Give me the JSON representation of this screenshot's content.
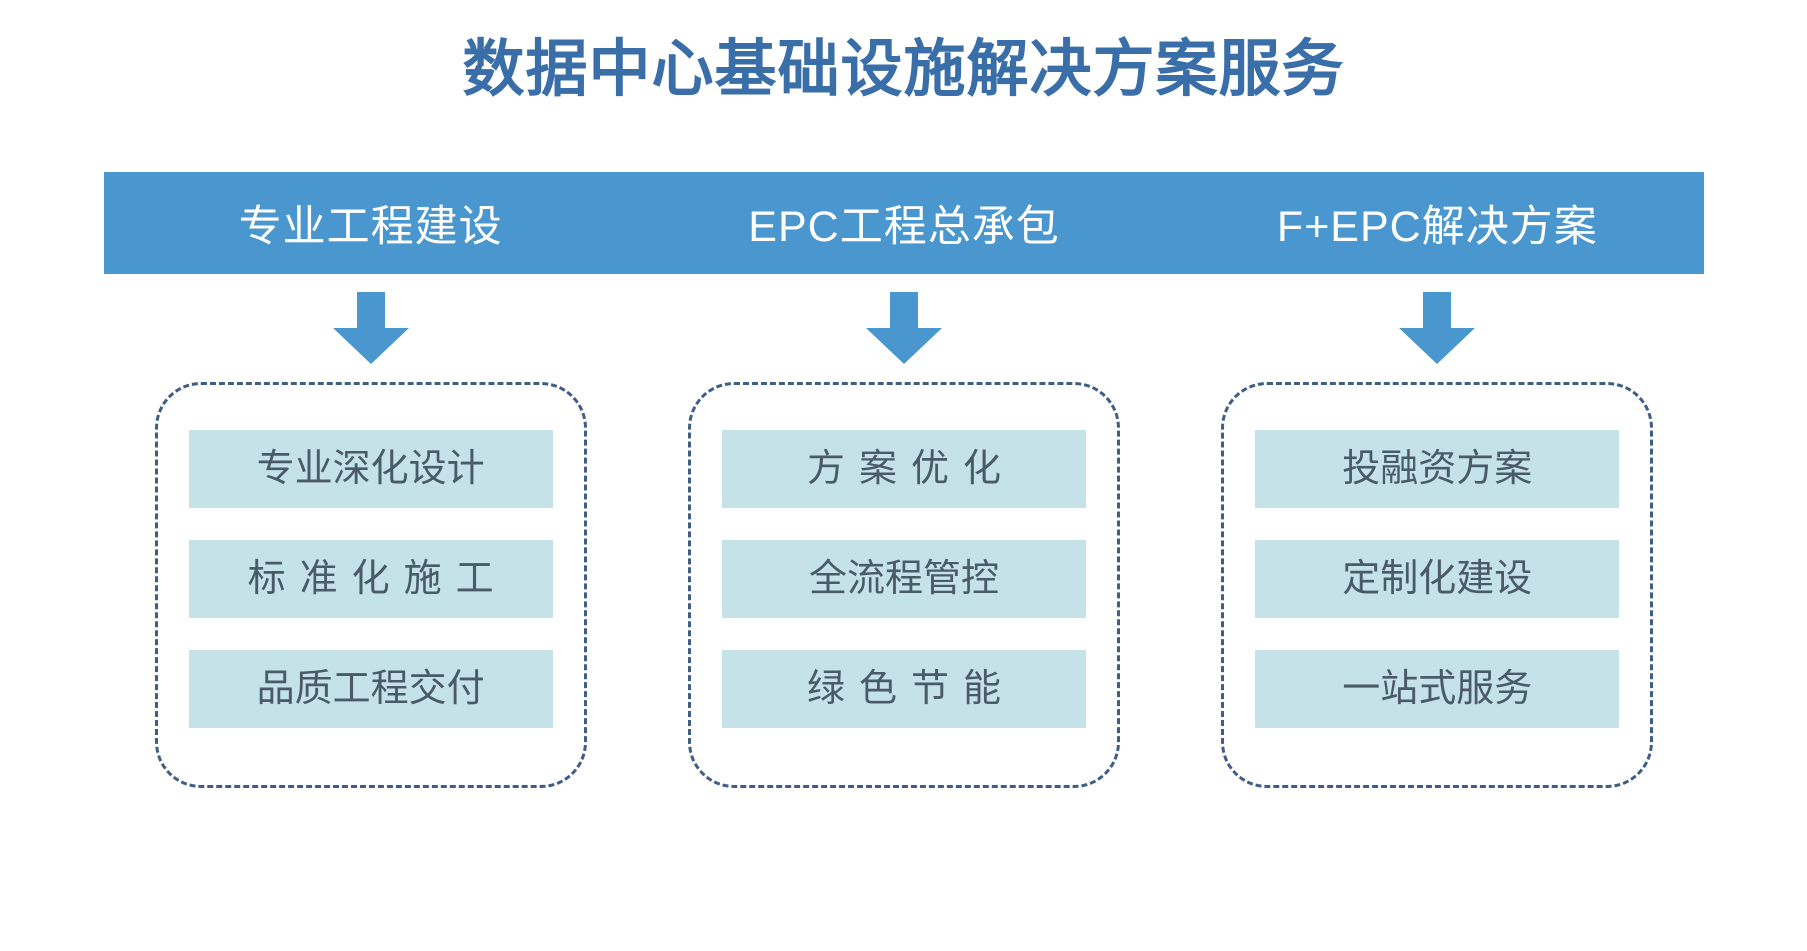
{
  "page": {
    "title": "数据中心基础设施解决方案服务",
    "title_color": "#3a6ea8",
    "background_color": "#ffffff"
  },
  "colors": {
    "band_blue": "#4a97cf",
    "arrow_blue": "#4a97cf",
    "item_fill": "#c5e2e9",
    "item_text": "#4a5a66",
    "dashed_border": "#3f5d85"
  },
  "header": {
    "columns": [
      {
        "label": "专业工程建设"
      },
      {
        "label": "EPC工程总承包"
      },
      {
        "label": "F+EPC解决方案"
      }
    ]
  },
  "arrows": [
    {
      "icon": "arrow-down-icon"
    },
    {
      "icon": "arrow-down-icon"
    },
    {
      "icon": "arrow-down-icon"
    }
  ],
  "columns": [
    {
      "items": [
        {
          "label": "专业深化设计",
          "spaced": false
        },
        {
          "label": "标准化施工",
          "spaced": true
        },
        {
          "label": "品质工程交付",
          "spaced": false
        }
      ]
    },
    {
      "items": [
        {
          "label": "方案优化",
          "spaced": true
        },
        {
          "label": "全流程管控",
          "spaced": false
        },
        {
          "label": "绿色节能",
          "spaced": true
        }
      ]
    },
    {
      "items": [
        {
          "label": "投融资方案",
          "spaced": false
        },
        {
          "label": "定制化建设",
          "spaced": false
        },
        {
          "label": "一站式服务",
          "spaced": false
        }
      ]
    }
  ]
}
